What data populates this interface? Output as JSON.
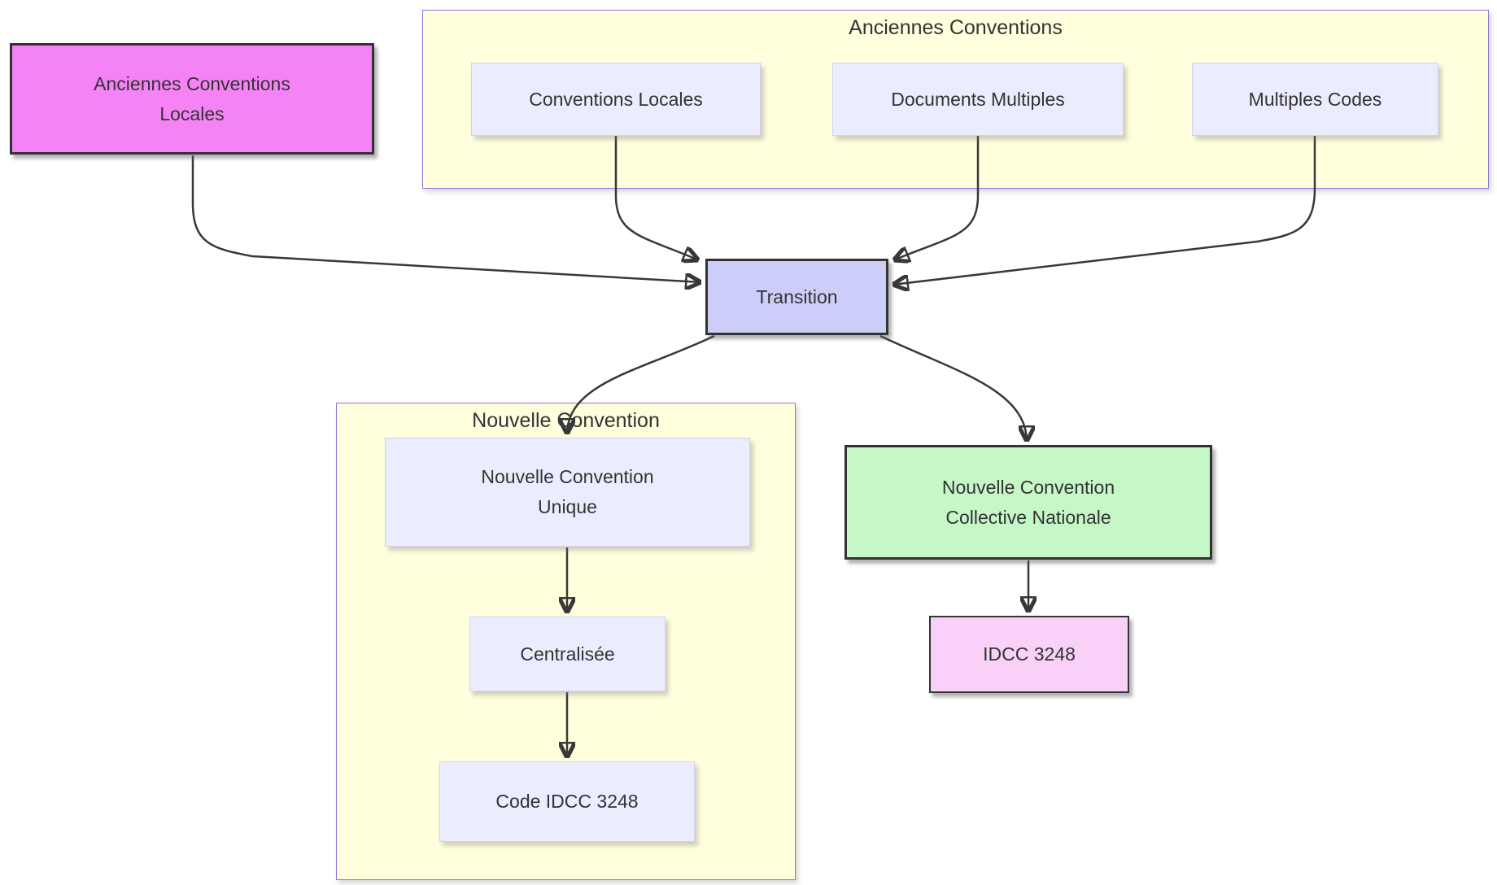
{
  "diagram": {
    "type": "flowchart",
    "clusters": [
      {
        "id": "anciennes",
        "title": "Anciennes Conventions"
      },
      {
        "id": "nouvelle",
        "title": "Nouvelle Convention"
      }
    ],
    "nodes": [
      {
        "id": "anciennes-locales",
        "label": "Anciennes Conventions\nLocales",
        "fill": "#f583f5",
        "border": "#333333"
      },
      {
        "id": "conventions-locales",
        "label": "Conventions Locales",
        "fill": "#ececff"
      },
      {
        "id": "documents-multiples",
        "label": "Documents Multiples",
        "fill": "#ececff"
      },
      {
        "id": "multiples-codes",
        "label": "Multiples Codes",
        "fill": "#ececff"
      },
      {
        "id": "transition",
        "label": "Transition",
        "fill": "#cccdf8",
        "border": "#333333"
      },
      {
        "id": "nouvelle-convention-unique",
        "label": "Nouvelle Convention\nUnique",
        "fill": "#ececff"
      },
      {
        "id": "centralisee",
        "label": "Centralisée",
        "fill": "#ececff"
      },
      {
        "id": "code-idcc-3248",
        "label": "Code IDCC 3248",
        "fill": "#ececff"
      },
      {
        "id": "nouvelle-convention-collective-nationale",
        "label": "Nouvelle Convention\nCollective Nationale",
        "fill": "#c6f7c6",
        "border": "#333333"
      },
      {
        "id": "idcc-3248",
        "label": "IDCC 3248",
        "fill": "#f8d0f8",
        "border": "#333333"
      }
    ],
    "edges": [
      {
        "from": "anciennes-locales",
        "to": "transition"
      },
      {
        "from": "conventions-locales",
        "to": "transition"
      },
      {
        "from": "documents-multiples",
        "to": "transition"
      },
      {
        "from": "multiples-codes",
        "to": "transition"
      },
      {
        "from": "transition",
        "to": "nouvelle-convention-unique"
      },
      {
        "from": "transition",
        "to": "nouvelle-convention-collective-nationale"
      },
      {
        "from": "nouvelle-convention-unique",
        "to": "centralisee"
      },
      {
        "from": "centralisee",
        "to": "code-idcc-3248"
      },
      {
        "from": "nouvelle-convention-collective-nationale",
        "to": "idcc-3248"
      }
    ],
    "colors": {
      "cluster_fill": "#ffffde",
      "cluster_border": "#9370db",
      "node_default_fill": "#ececff",
      "edge": "#383838",
      "text": "#333333",
      "background": "#ffffff"
    }
  }
}
